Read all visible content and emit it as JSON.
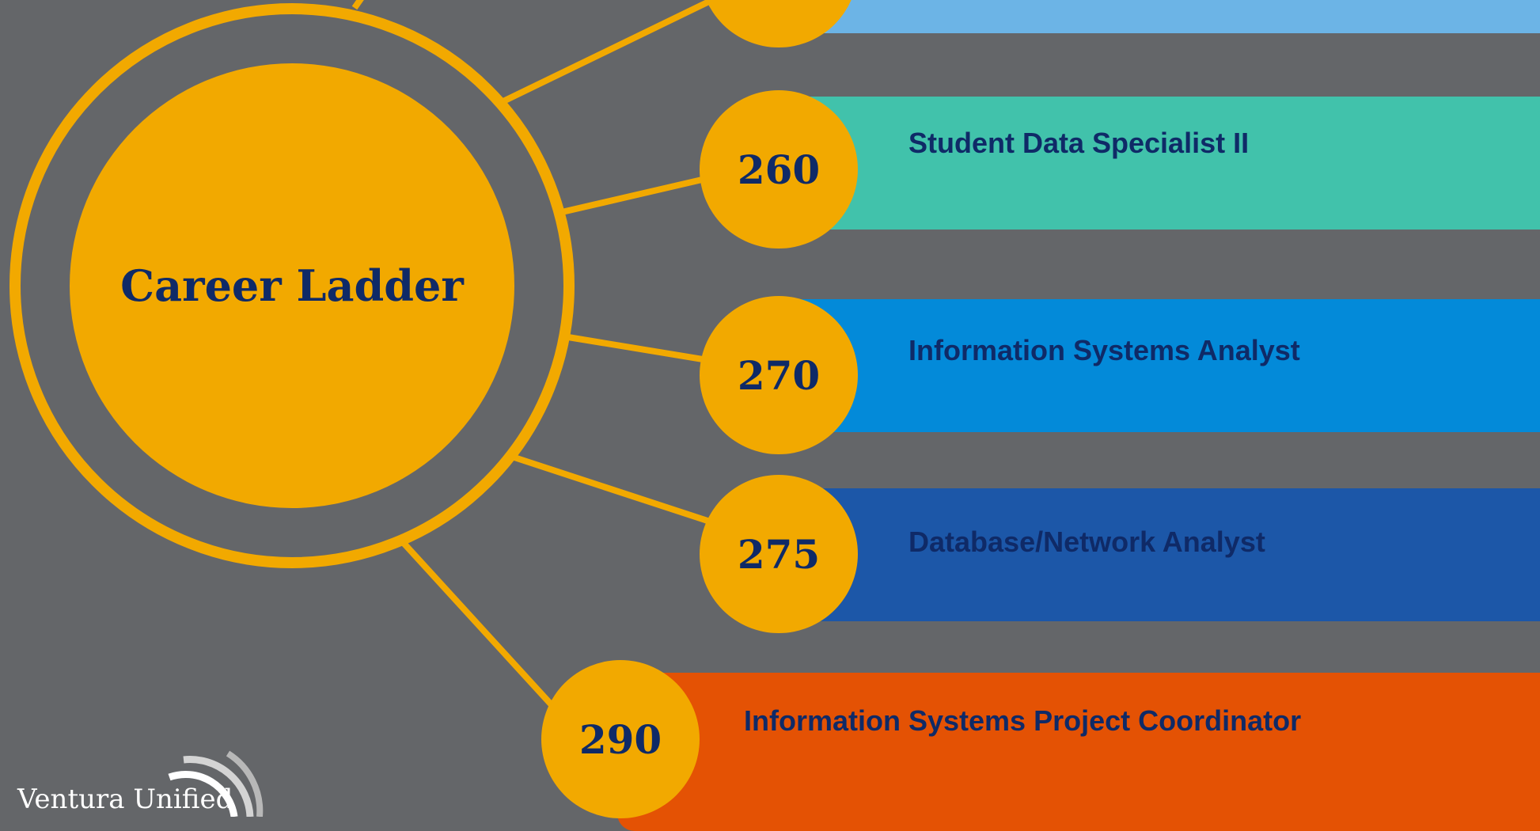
{
  "diagram": {
    "title": "Career Ladder",
    "colors": {
      "background": "#646669",
      "accent": "#f2a900",
      "text": "#0f2a67"
    },
    "levels": [
      {
        "number": "",
        "title": "",
        "color": "#6cb4e6"
      },
      {
        "number": "260",
        "title": "Student Data Specialist II",
        "color": "#41c2ab"
      },
      {
        "number": "270",
        "title": "Information Systems Analyst",
        "color": "#038ad9"
      },
      {
        "number": "275",
        "title": "Database/Network Analyst",
        "color": "#1c57a8"
      },
      {
        "number": "290",
        "title": "Information Systems Project Coordinator",
        "color": "#e45204"
      }
    ]
  },
  "logo": {
    "text": "Ventura Unified"
  }
}
